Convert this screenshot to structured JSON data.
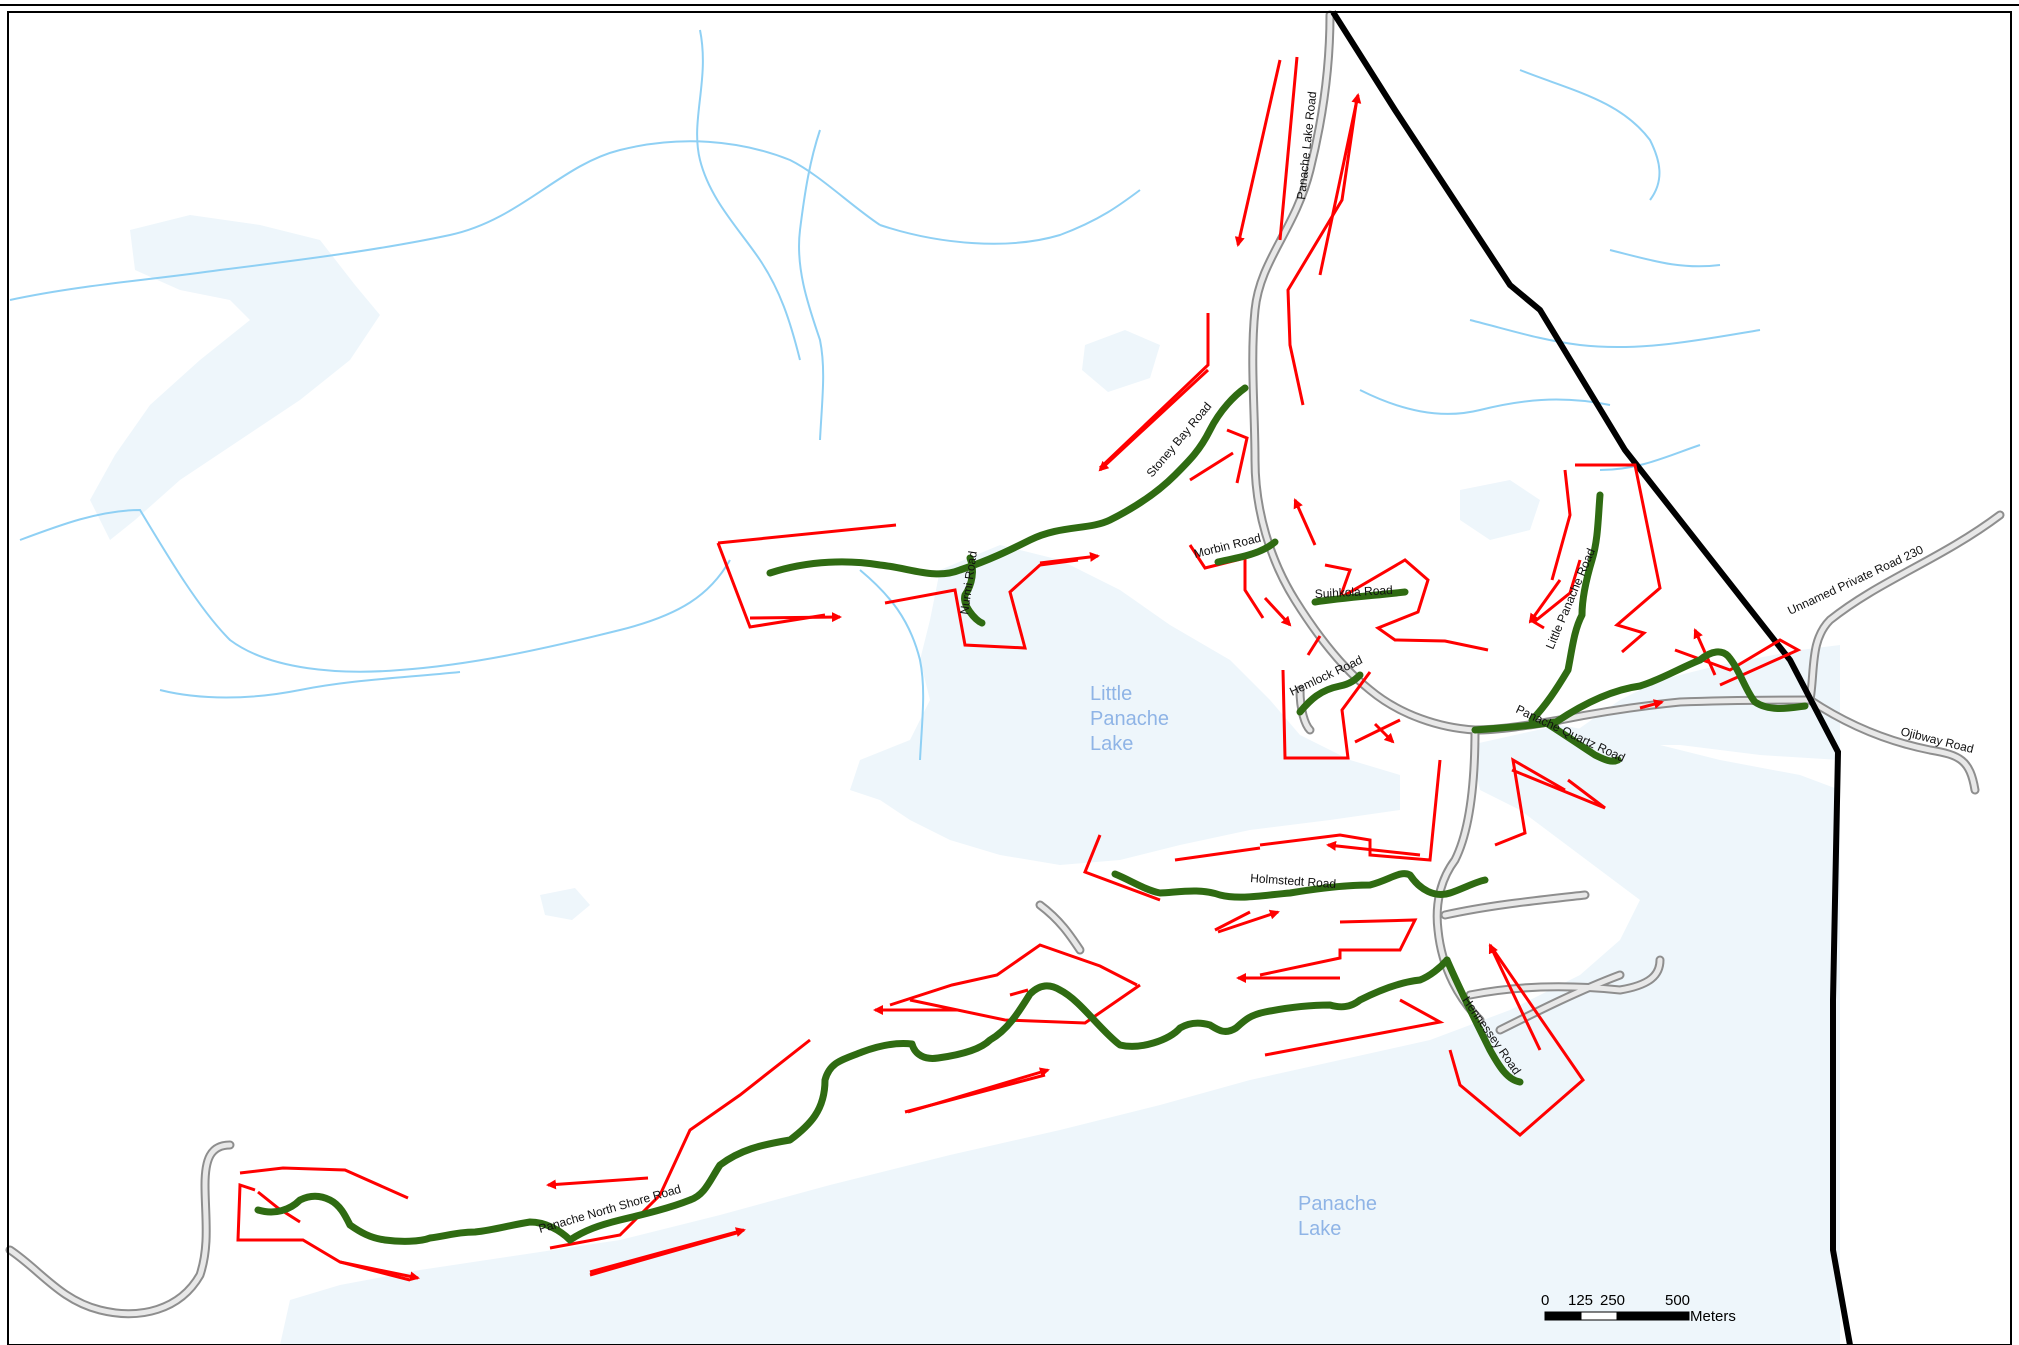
{
  "map": {
    "colors": {
      "water": "#eef6fb",
      "stream": "#8fd0f4",
      "road_casing": "#8e8e8e",
      "road_fill": "#e8e8e8",
      "trail": "#2f6b12",
      "zone": "#ff0000",
      "boundary": "#000000",
      "lake_label": "#8fb4e6"
    },
    "lakes": [
      {
        "name_lines": [
          "Little",
          "Panache",
          "Lake"
        ]
      },
      {
        "name_lines": [
          "Panache",
          "Lake"
        ]
      }
    ],
    "roads": [
      {
        "id": "panache-lake-road",
        "label": "Panache Lake Road"
      },
      {
        "id": "stoney-bay-road",
        "label": "Stoney Bay Road"
      },
      {
        "id": "nurmi-road",
        "label": "Nurmi Road"
      },
      {
        "id": "morbin-road",
        "label": "Morbin Road"
      },
      {
        "id": "suihkola-road",
        "label": "Suihkola Road"
      },
      {
        "id": "hemlock-road",
        "label": "Hemlock Road"
      },
      {
        "id": "little-panache-road",
        "label": "Little Panache Road"
      },
      {
        "id": "panache-quartz-road",
        "label": "Panache Quartz Road"
      },
      {
        "id": "unnamed-private-road-230",
        "label": "Unnamed Private Road 230"
      },
      {
        "id": "ojibway-road",
        "label": "Ojibway Road"
      },
      {
        "id": "holmstedt-road",
        "label": "Holmstedt Road"
      },
      {
        "id": "hennessey-road",
        "label": "Hennessey Road"
      },
      {
        "id": "panache-north-shore-road",
        "label": "Panache North Shore Road"
      }
    ],
    "scale_bar": {
      "ticks": [
        "0",
        "125",
        "250",
        "500"
      ],
      "units": "Meters"
    }
  }
}
